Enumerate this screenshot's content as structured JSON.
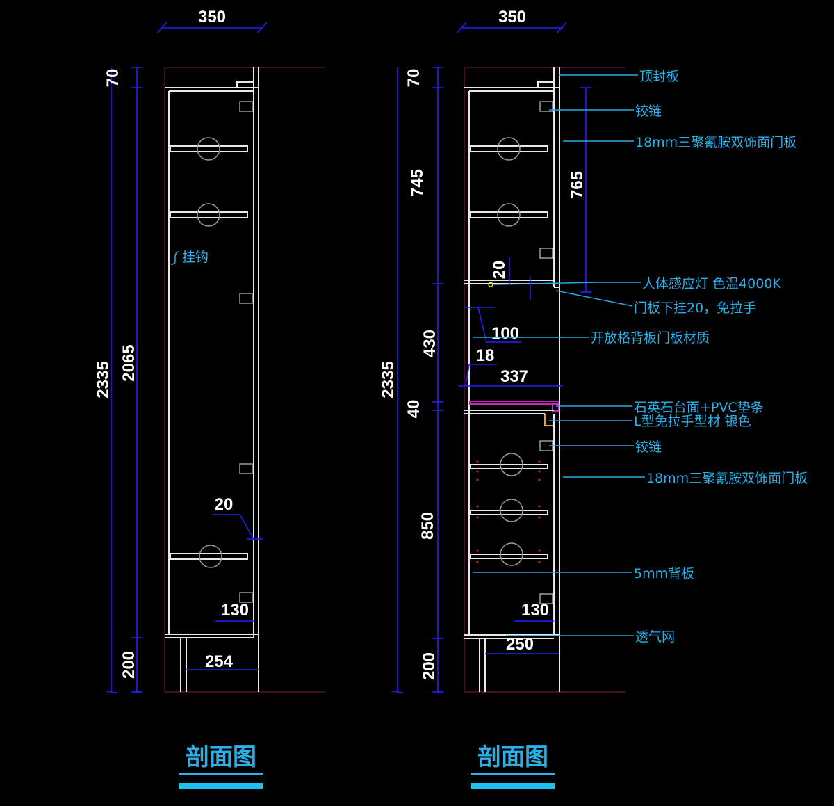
{
  "left_view": {
    "dims": {
      "width_top": "350",
      "h70": "70",
      "h2335": "2335",
      "h2065": "2065",
      "h200": "200",
      "d20": "20",
      "d130": "130",
      "d254": "254"
    },
    "hook_label": "挂钩",
    "title": "剖面图"
  },
  "right_view": {
    "dims": {
      "width_top": "350",
      "h70": "70",
      "h745": "745",
      "h430": "430",
      "h2335": "2335",
      "h40": "40",
      "h850": "850",
      "h200": "200",
      "h765": "765",
      "d20": "20",
      "d100": "100",
      "d18": "18",
      "d337": "337",
      "d130": "130",
      "d250": "250"
    },
    "labels": [
      "顶封板",
      "铰链",
      "18mm三聚氰胺双饰面门板",
      "人体感应灯 色温4000K",
      "门板下挂20，免拉手",
      "开放格背板门板材质",
      "石英石台面+PVC垫条",
      "L型免拉手型材 银色",
      "铰链",
      "18mm三聚氰胺双饰面门板",
      "5mm背板",
      "透气网"
    ],
    "title": "剖面图"
  },
  "colors": {
    "background": "#000000",
    "dimension": "#2020ff",
    "label": "#2ab0e8",
    "geometry": "#e8e8e8",
    "counter": "#d020c0"
  }
}
